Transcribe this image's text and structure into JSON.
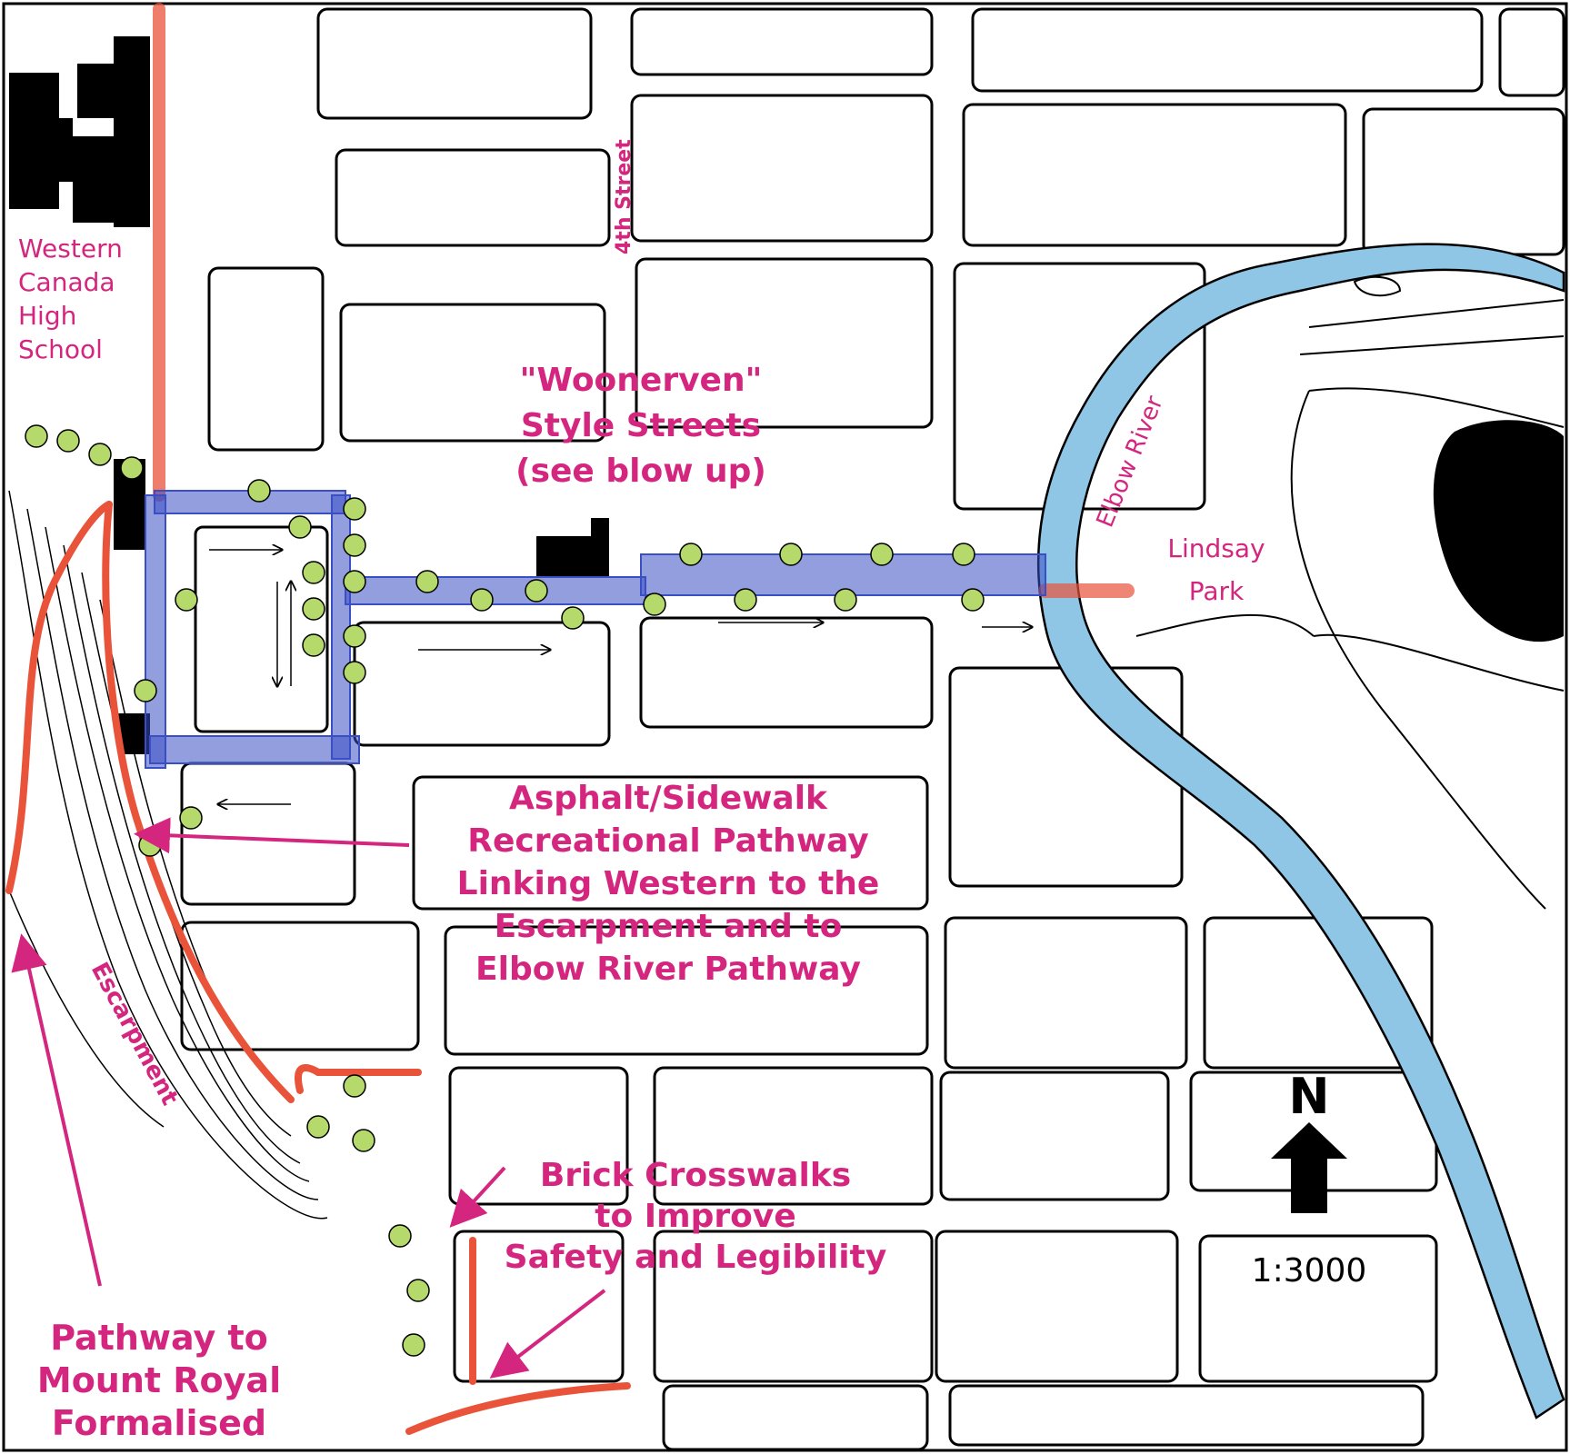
{
  "map": {
    "labels": {
      "school": [
        "Western",
        "Canada",
        "High",
        "School"
      ],
      "street_4th": "4th Street",
      "woonerven": [
        "\"Woonerven\"",
        "Style Streets",
        "(see blow up)"
      ],
      "river": "Elbow River",
      "park": [
        "Lindsay",
        "Park"
      ],
      "pathway": [
        "Asphalt/Sidewalk",
        "Recreational Pathway",
        "Linking Western to the",
        "Escarpment and to",
        "Elbow River Pathway"
      ],
      "escarpment": "Escarpment",
      "crosswalks": [
        "Brick Crosswalks",
        "to Improve",
        "Safety and Legibility"
      ],
      "mount_royal": [
        "Pathway to",
        "Mount Royal",
        "Formalised"
      ],
      "north": "N",
      "scale": "1:3000"
    },
    "colors": {
      "label": "#d4267f",
      "river": "#8fc6e6",
      "pathway": "#e8533a",
      "street": "#3b4fc4",
      "tree": "#b5d96a",
      "building": "#000000"
    }
  }
}
